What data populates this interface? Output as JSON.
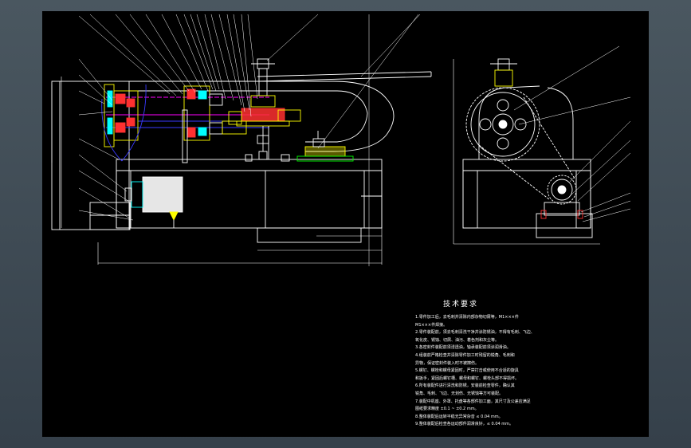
{
  "title_block": {
    "heading": "技术要求"
  },
  "requirements": [
    "1.零件加工后，去毛刺并清除内部杂物切屑等，M1×××件",
    "  M1×××件焊接。",
    "2.零件装配前，须去毛刺清洗干净并涂防锈油，不得有毛刺、飞边、",
    "  氧化皮、锈蚀、切屑、油污、着色剂和灰尘等。",
    "3.各密封件装配前须浸透油，轴承装配前须涂润滑油。",
    "4.组装前严格检查并清除零件加工时残留的锐角、毛刺和",
    "  异物，保证密封件装入时不被擦伤。",
    "5.螺钉、螺栓和螺母紧固时，严禁打击或使用不合适的旋具",
    "  和扳手，紧固后螺钉槽、螺母和螺钉、螺栓头部不得损坏。",
    "6.所有装配件进行清洗和防锈，安装前检查零件，确认其",
    "  锐角、毛刺、飞边、无划伤、无锈蚀等方可装配。",
    "7.装配中机座、外罩、托盘等各部件加工面，其尺寸及公差应满足",
    "  图纸要求精度 ±0.1 ~ ±0.2 mm。",
    "8.整体装配后运转平稳无异常杂音 ≤ 0.04 mm。",
    "9.整体装配后检查各运动部件润滑良好，≤ 0.04 mm。"
  ],
  "colors": {
    "background": "#000000",
    "line_white": "#ffffff",
    "line_yellow": "#ffff00",
    "line_cyan": "#00ffff",
    "line_magenta": "#ff00ff",
    "line_blue": "#3a3aff",
    "hatch_red": "#ff3030",
    "part_green": "#00ff00"
  }
}
